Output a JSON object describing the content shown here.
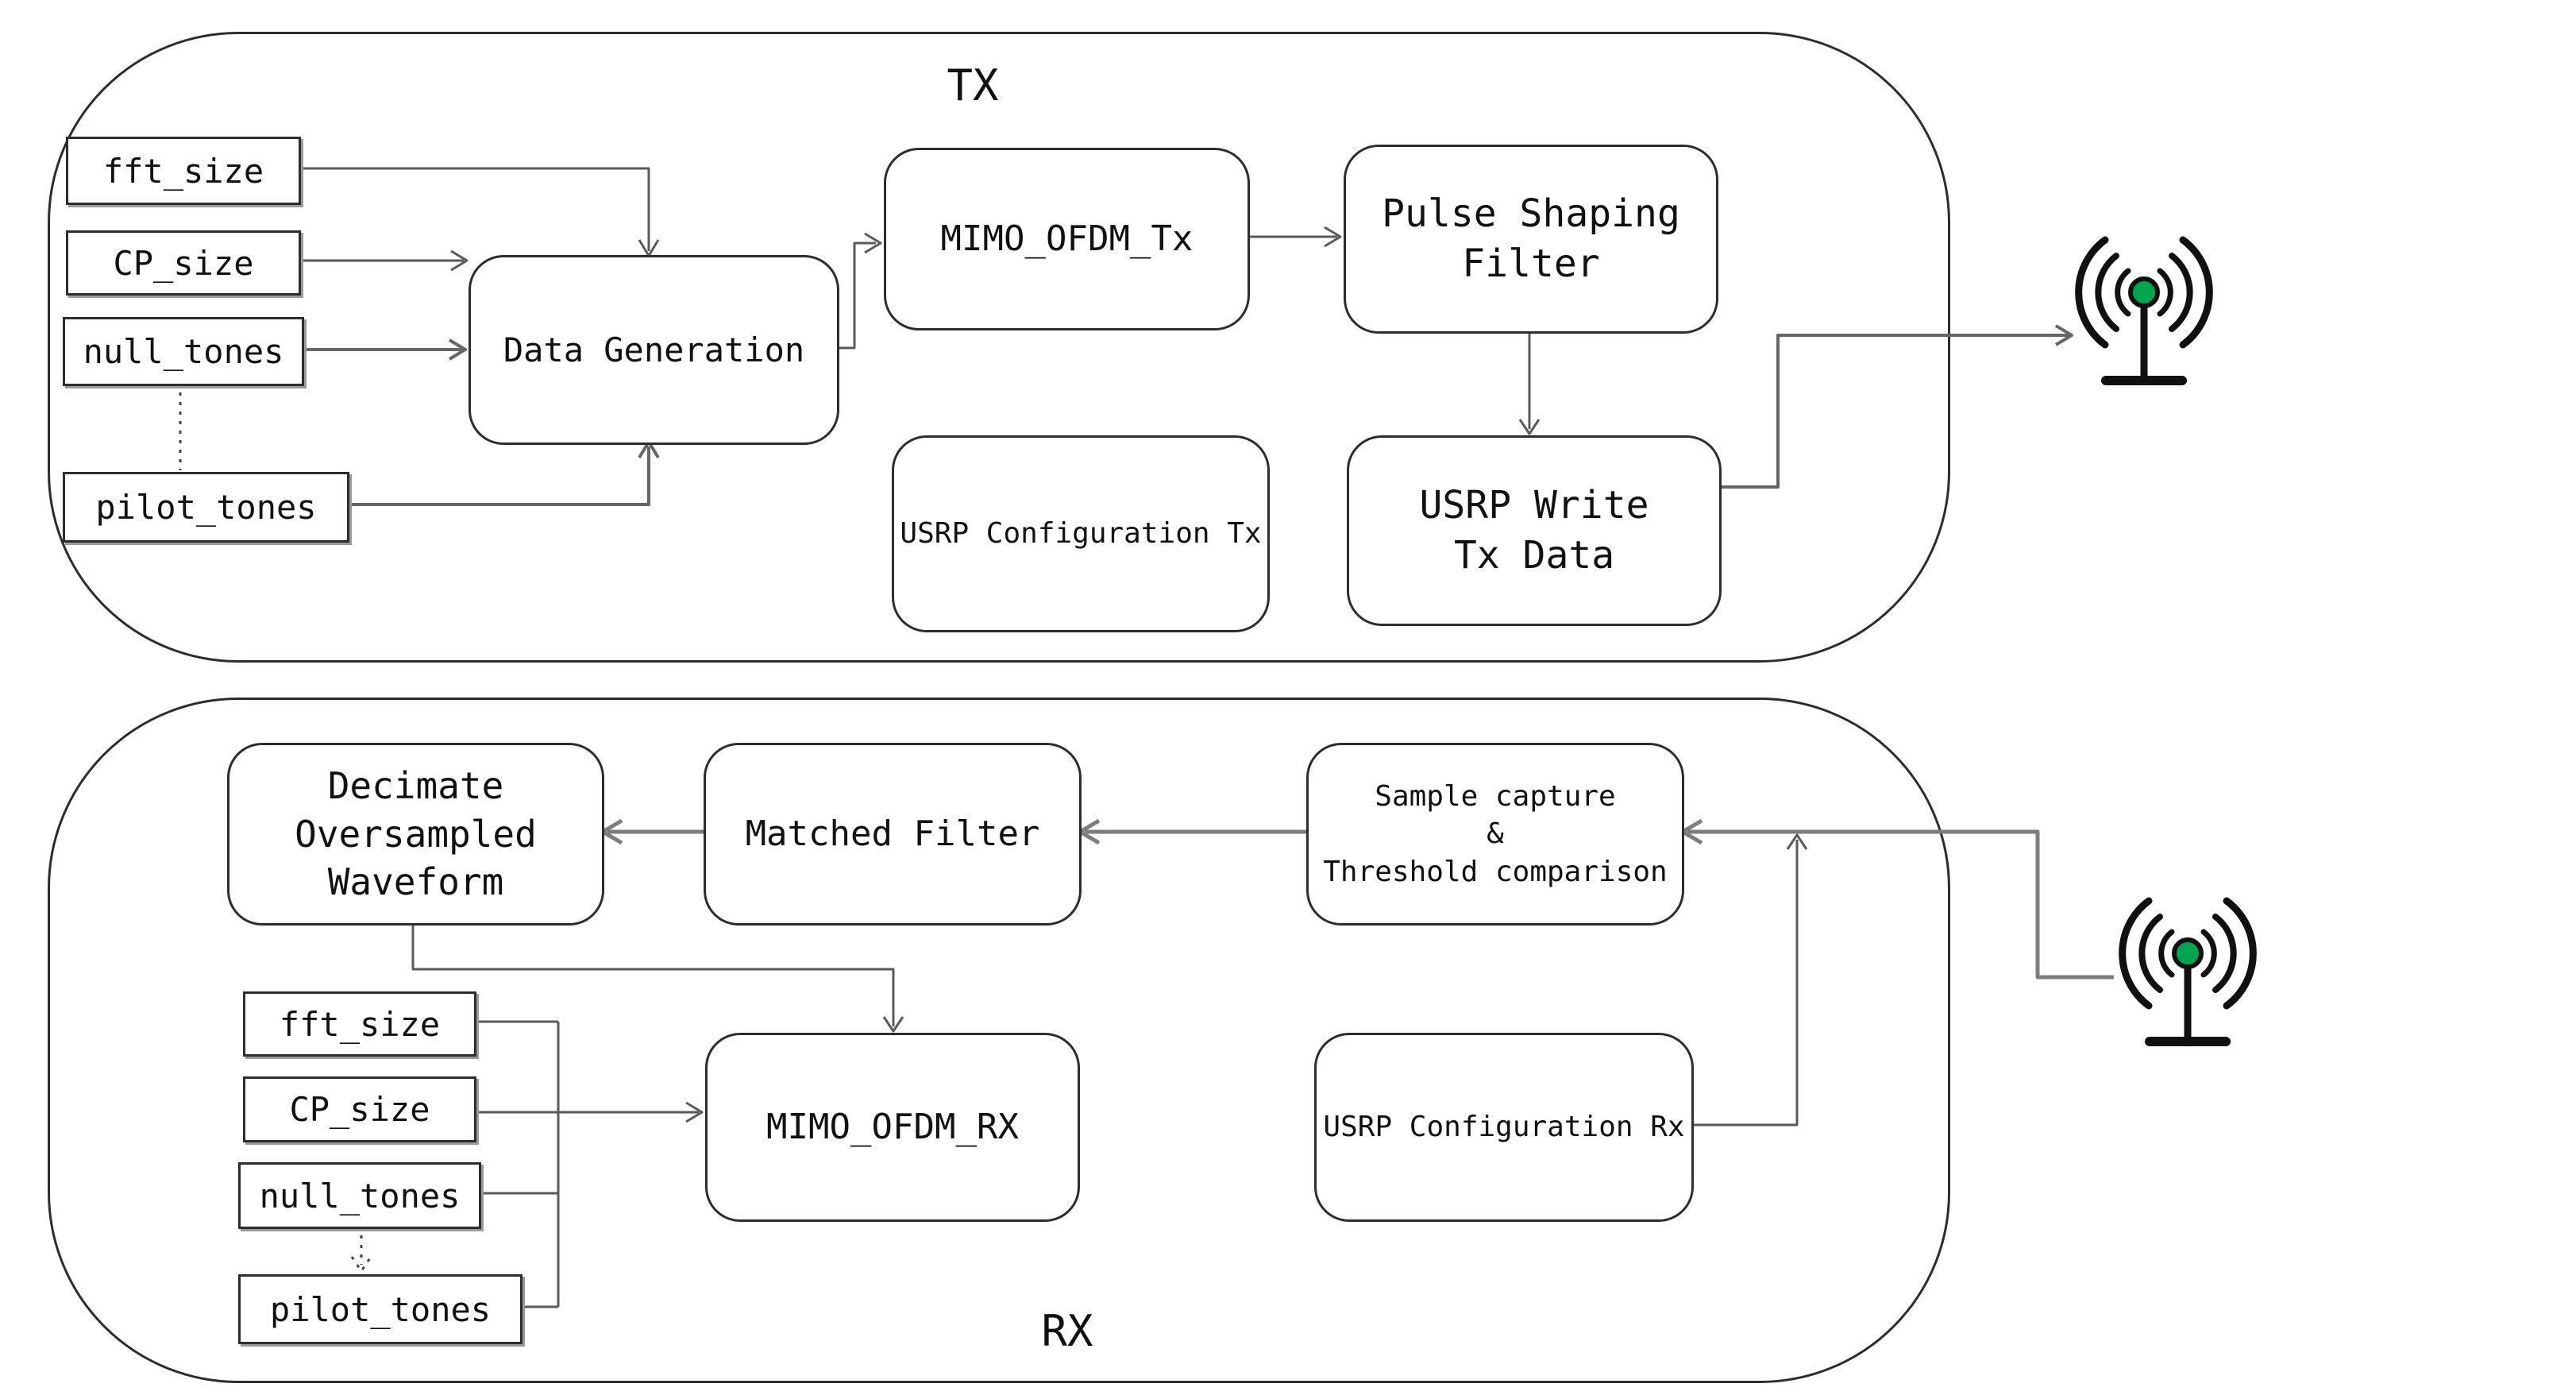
{
  "tx": {
    "label": "TX",
    "params": [
      "fft_size",
      "CP_size",
      "null_tones",
      "pilot_tones"
    ],
    "blocks": {
      "data_generation": "Data Generation",
      "mimo_ofdm_tx": "MIMO_OFDM_Tx",
      "pulse_shaping": [
        "Pulse Shaping",
        "Filter"
      ],
      "usrp_config_tx": "USRP Configuration Tx",
      "usrp_write": [
        "USRP Write",
        "Tx Data"
      ]
    }
  },
  "rx": {
    "label": "RX",
    "params": [
      "fft_size",
      "CP_size",
      "null_tones",
      "pilot_tones"
    ],
    "blocks": {
      "decimate": [
        "Decimate",
        "Oversampled",
        "Waveform"
      ],
      "matched_filter": "Matched Filter",
      "sample_capture": [
        "Sample capture",
        "&",
        "Threshold comparison"
      ],
      "mimo_ofdm_rx": "MIMO_OFDM_RX",
      "usrp_config_rx": "USRP Configuration Rx"
    }
  },
  "icons": {
    "tx_antenna": "wireless-antenna",
    "rx_antenna": "wireless-antenna"
  },
  "colors": {
    "antenna_dot": "#00a550",
    "wire": "#5a5a5a",
    "wire_thick": "#7d7d7d",
    "box_border": "#2d2d2d",
    "background": "#ffffff"
  }
}
